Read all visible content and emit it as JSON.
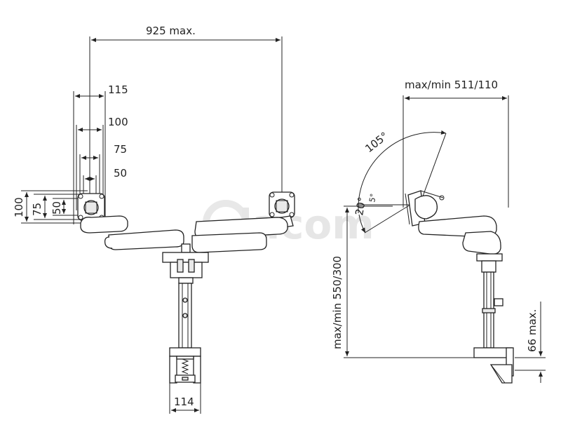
{
  "watermark": "lacom",
  "front_view": {
    "width_max": "925 max.",
    "vesa_h": [
      "115",
      "100",
      "75",
      "50"
    ],
    "vesa_v": [
      "100",
      "75",
      "50"
    ],
    "clamp_width": "114"
  },
  "side_view": {
    "reach": "max/min 511/110",
    "tilt_up": "105°",
    "tilt_down": "20°",
    "small_angle": "5°",
    "height": "max/min 550/300",
    "desk_thickness": "66 max."
  }
}
